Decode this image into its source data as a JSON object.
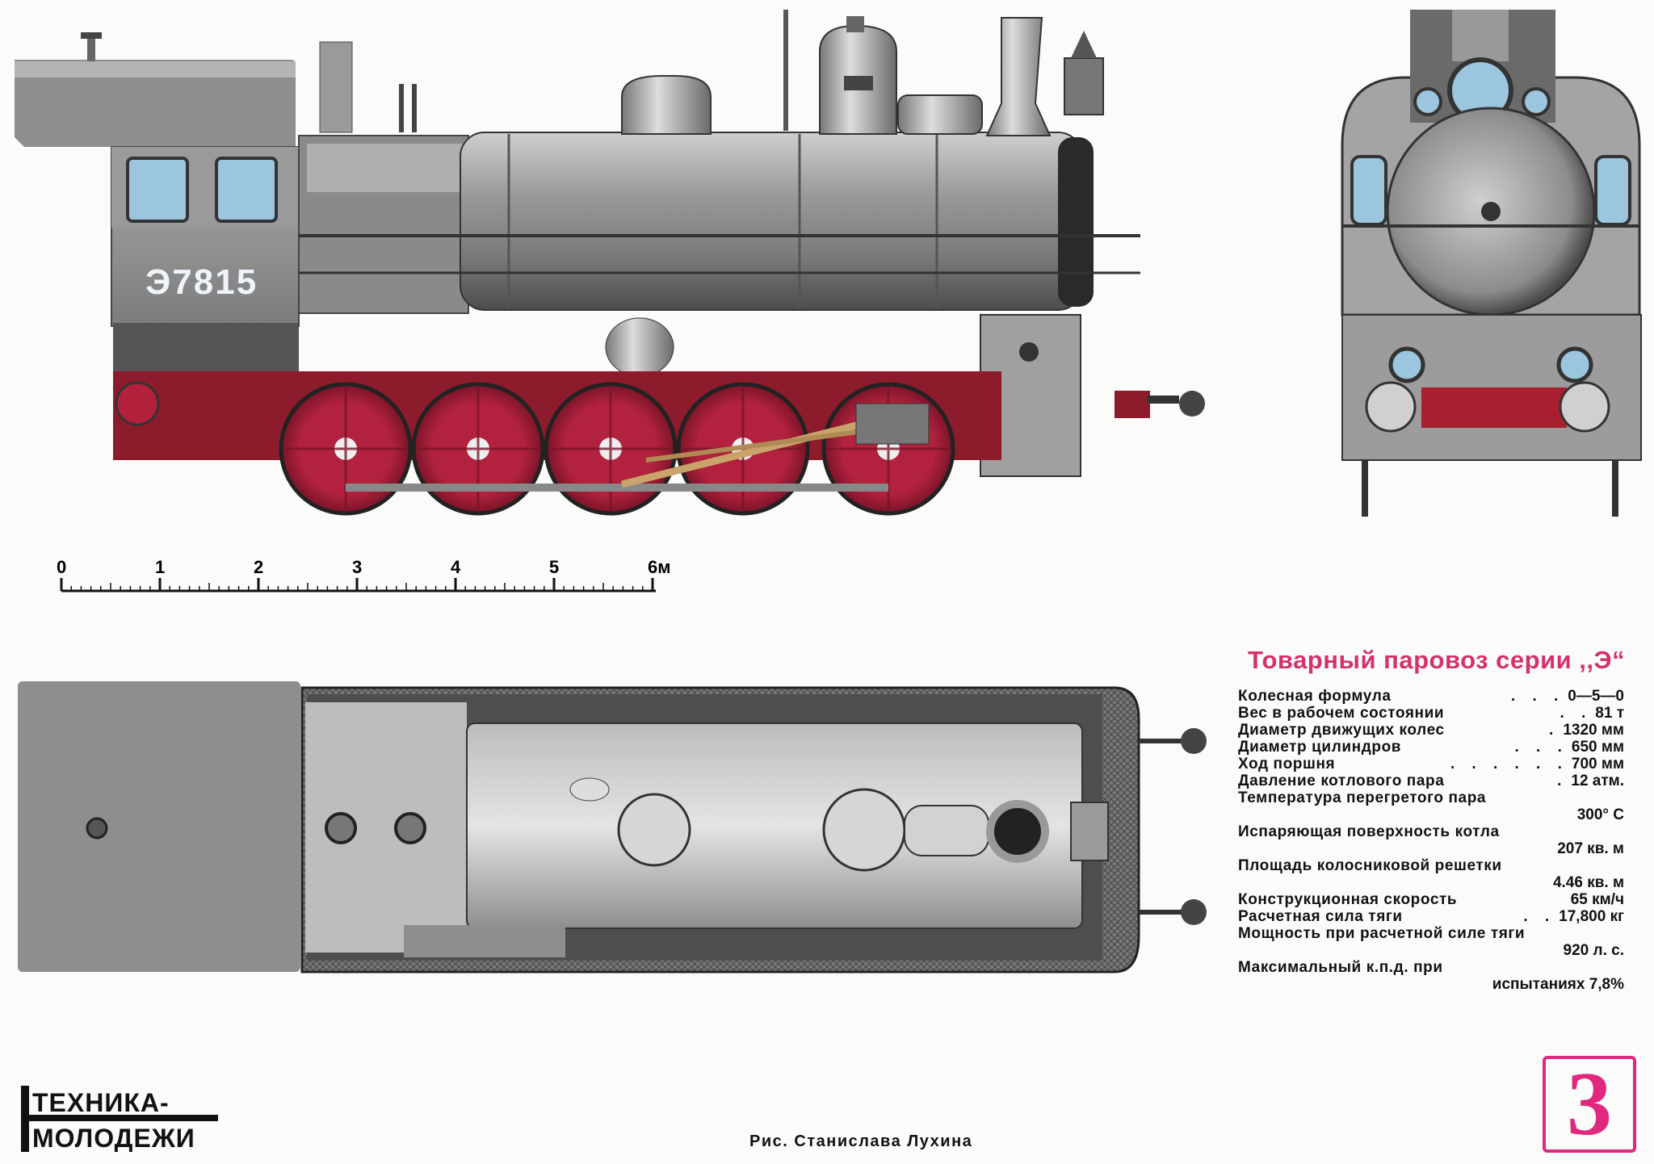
{
  "locomotive": {
    "number": "Э7815"
  },
  "scale": {
    "ticks": [
      "0",
      "1",
      "2",
      "3",
      "4",
      "5",
      "6м"
    ]
  },
  "specs": {
    "title": "Товарный паровоз серии ,,Э“",
    "rows": [
      {
        "label": "Колесная формула",
        "dots": ". . .",
        "value": "0—5—0"
      },
      {
        "label": "Вес в рабочем состоянии",
        "dots": ". .",
        "value": "81 т"
      },
      {
        "label": "Диаметр движущих колес",
        "dots": ".",
        "value": "1320 мм"
      },
      {
        "label": "Диаметр цилиндров",
        "dots": ". . .",
        "value": "650 мм"
      },
      {
        "label": "Ход поршня",
        "dots": ". . . . . .",
        "value": "700 мм"
      },
      {
        "label": "Давление котлового пара",
        "dots": ".",
        "value": "12 атм."
      },
      {
        "label": "Температура перегретого пара",
        "dots": "",
        "value": ""
      },
      {
        "label": "",
        "dots": "",
        "value": "300° С"
      },
      {
        "label": "Испаряющая поверхность котла",
        "dots": "",
        "value": ""
      },
      {
        "label": "",
        "dots": "",
        "value": "207 кв. м"
      },
      {
        "label": "Площадь колосниковой решетки",
        "dots": "",
        "value": ""
      },
      {
        "label": "",
        "dots": "",
        "value": "4.46 кв. м"
      },
      {
        "label": "Конструкционная скорость",
        "dots": "",
        "value": "65 км/ч"
      },
      {
        "label": "Расчетная сила тяги",
        "dots": ". .",
        "value": "17,800 кг"
      },
      {
        "label": "Мощность при расчетной силе тяги",
        "dots": "",
        "value": ""
      },
      {
        "label": "",
        "dots": "",
        "value": "920 л. с."
      },
      {
        "label": "Максимальный к.п.д. при",
        "dots": "",
        "value": ""
      },
      {
        "label": "",
        "dots": "",
        "value": "испытаниях 7,8%"
      }
    ]
  },
  "logo": {
    "line1": "ТЕХНИКА-",
    "line2": "МОЛОДЕЖИ"
  },
  "credit": "Рис. Станислава Лухина",
  "page_number": "3",
  "colors": {
    "frame_red": "#8c1c2c",
    "wheel_red": "#a8203a",
    "window_blue": "#9cc6de",
    "accent_pink": "#e0287f",
    "title_pink": "#d2326e"
  }
}
